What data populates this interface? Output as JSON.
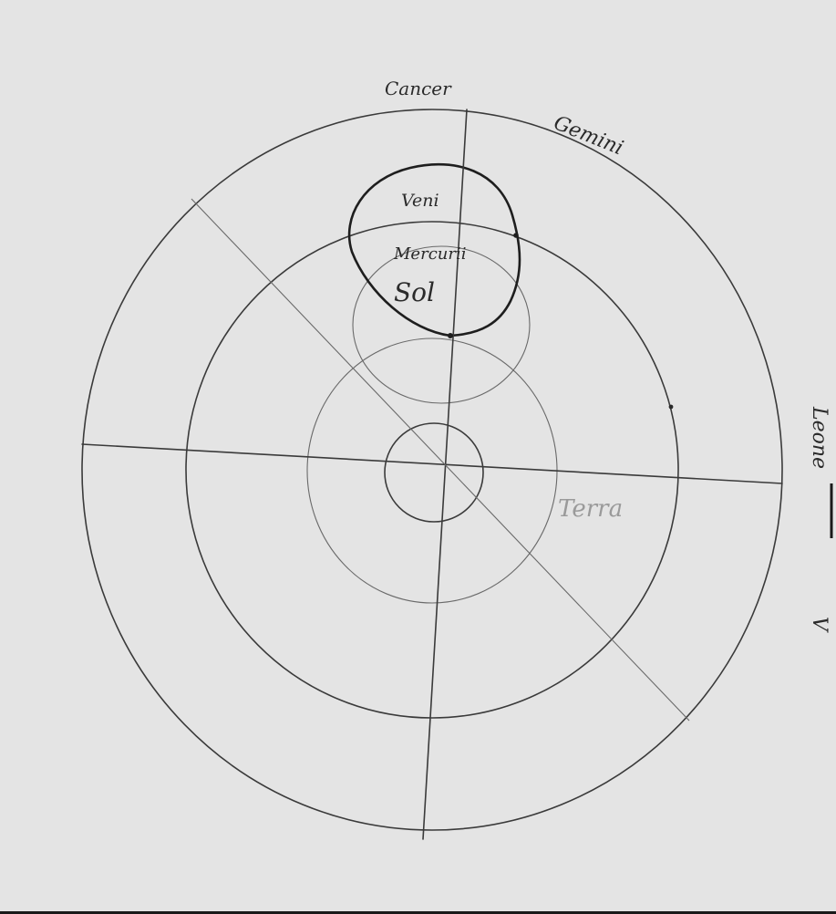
{
  "diagram": {
    "labels": {
      "top": "Cancer",
      "top_right": "Gemini",
      "venus": "Veni",
      "mercurii": "Mercurii",
      "sol": "Sol",
      "terra": "Terra",
      "right_margin_upper": "Leone",
      "right_margin_lower": "V"
    }
  }
}
